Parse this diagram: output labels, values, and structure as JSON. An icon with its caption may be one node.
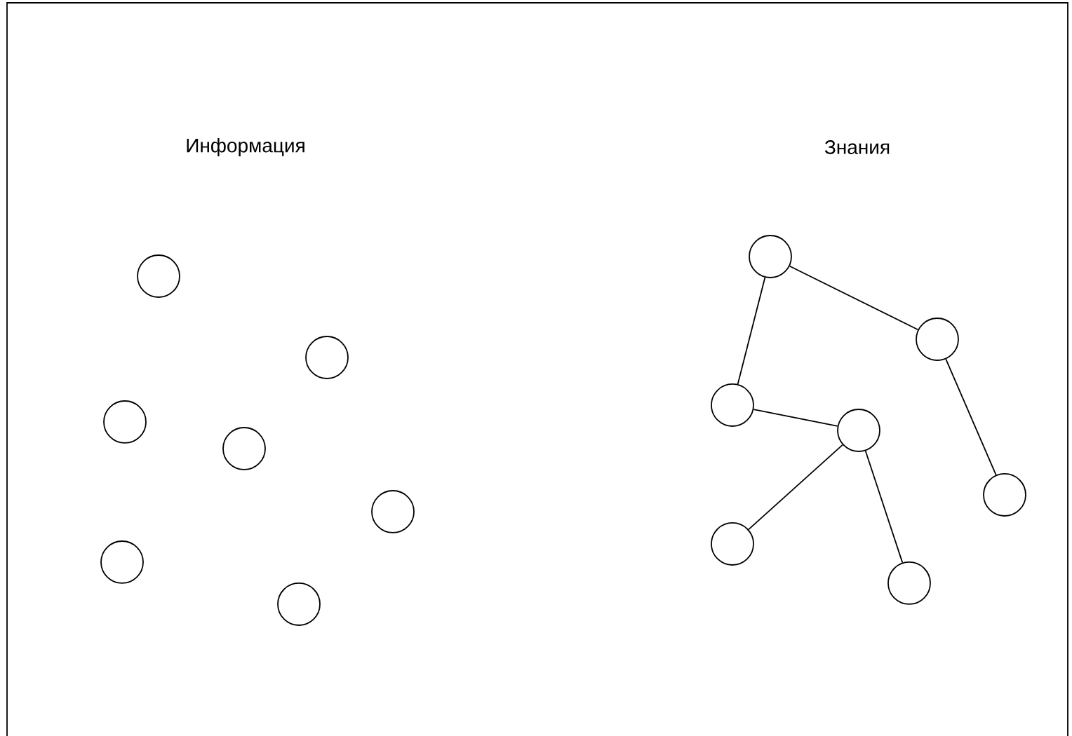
{
  "diagram": {
    "nodes": [
      {
        "text": [],
        "shape": "circle"
      },
      {
        "text": [],
        "shape": "circle"
      },
      {
        "text": [],
        "shape": "circle"
      },
      {
        "text": [],
        "shape": "circle"
      },
      {
        "text": [],
        "shape": "circle"
      },
      {
        "text": [],
        "shape": "circle"
      },
      {
        "text": [],
        "shape": "circle"
      },
      {
        "text": [],
        "shape": "circle"
      },
      {
        "text": [],
        "shape": "circle"
      },
      {
        "text": [],
        "shape": "circle"
      },
      {
        "text": [],
        "shape": "circle"
      },
      {
        "text": [],
        "shape": "circle"
      },
      {
        "text": [],
        "shape": "circle"
      },
      {
        "text": [],
        "shape": "circle"
      }
    ],
    "edges": [
      {
        "from": 7,
        "to": 8,
        "arrow": "none"
      },
      {
        "from": 7,
        "to": 9,
        "arrow": "none"
      },
      {
        "from": 8,
        "to": 11,
        "arrow": "none"
      },
      {
        "from": 9,
        "to": 10,
        "arrow": "none"
      },
      {
        "from": 10,
        "to": 12,
        "arrow": "none"
      },
      {
        "from": 10,
        "to": 13,
        "arrow": "none"
      }
    ],
    "labels": [
      "Информация",
      "Знания"
    ]
  }
}
